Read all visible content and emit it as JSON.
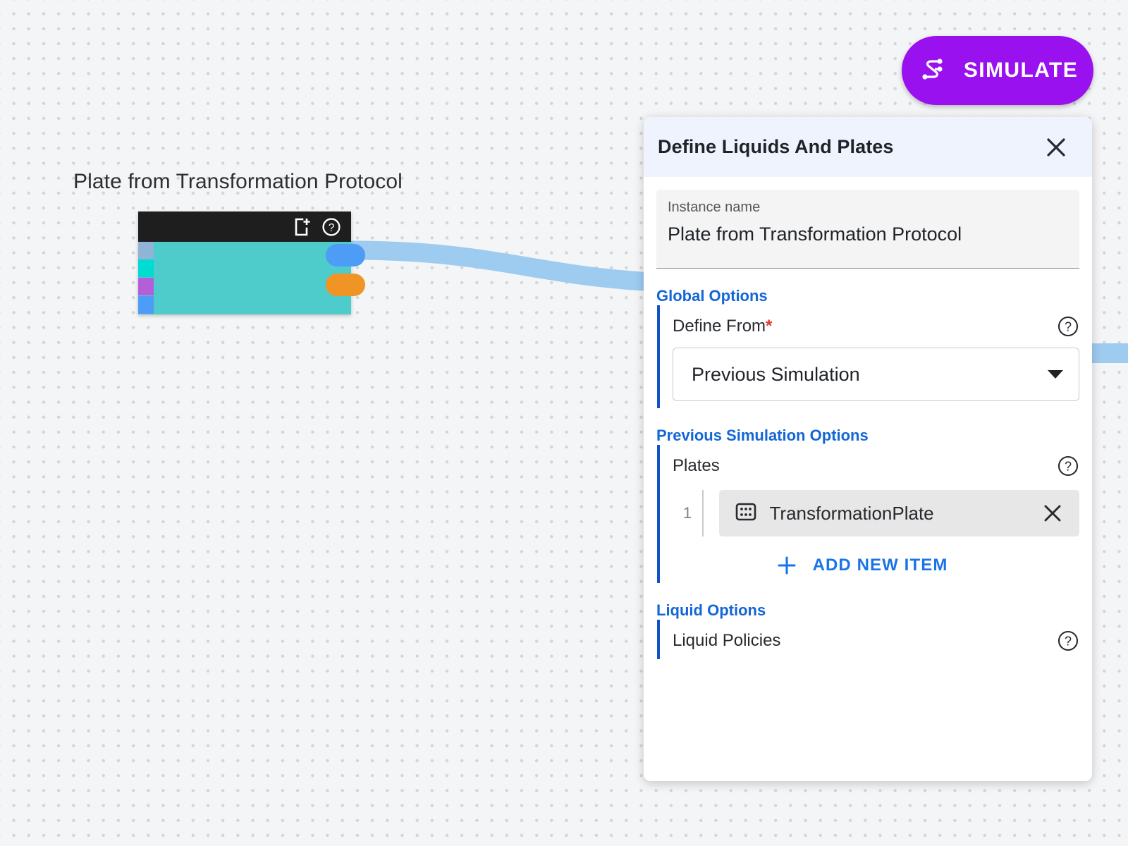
{
  "canvas": {
    "node": {
      "title": "Plate from Transformation Protocol",
      "header_icons": [
        {
          "name": "add-file-icon"
        },
        {
          "name": "help-circle-icon"
        }
      ],
      "input_ports": [
        {
          "name": "port-in-1",
          "color": "#8fb4d6"
        },
        {
          "name": "port-in-2",
          "color": "#00dcd2"
        },
        {
          "name": "port-in-3",
          "color": "#b45eda"
        },
        {
          "name": "port-in-4",
          "color": "#4d9cf5"
        }
      ],
      "output_ports": [
        {
          "name": "port-out-1",
          "color": "#4d9cf5"
        },
        {
          "name": "port-out-2",
          "color": "#f09426"
        }
      ],
      "body_color": "#4ecbcb",
      "header_color": "#1e1e1e"
    },
    "edge_color": "#9ecbf0"
  },
  "simulate": {
    "label": "SIMULATE",
    "color": "#9911ef",
    "icon": "simulate-flow-icon"
  },
  "panel": {
    "title": "Define Liquids And Plates",
    "close_icon": "close-icon",
    "instance": {
      "label": "Instance name",
      "value": "Plate from Transformation Protocol"
    },
    "sections": [
      {
        "title": "Global Options",
        "fields": [
          {
            "label": "Define From",
            "required": "*",
            "help_icon": "help-circle-icon",
            "control": "select",
            "value": "Previous Simulation"
          }
        ]
      },
      {
        "title": "Previous Simulation Options",
        "fields": [
          {
            "label": "Plates",
            "help_icon": "help-circle-icon",
            "control": "list",
            "items": [
              {
                "index": "1",
                "icon": "plate-grid-icon",
                "label": "TransformationPlate",
                "remove_icon": "close-icon"
              }
            ],
            "add_label": "ADD NEW ITEM",
            "add_icon": "plus-icon"
          }
        ]
      },
      {
        "title": "Liquid Options",
        "fields": [
          {
            "label": "Liquid Policies",
            "help_icon": "help-circle-icon",
            "control": "none"
          }
        ]
      }
    ]
  }
}
